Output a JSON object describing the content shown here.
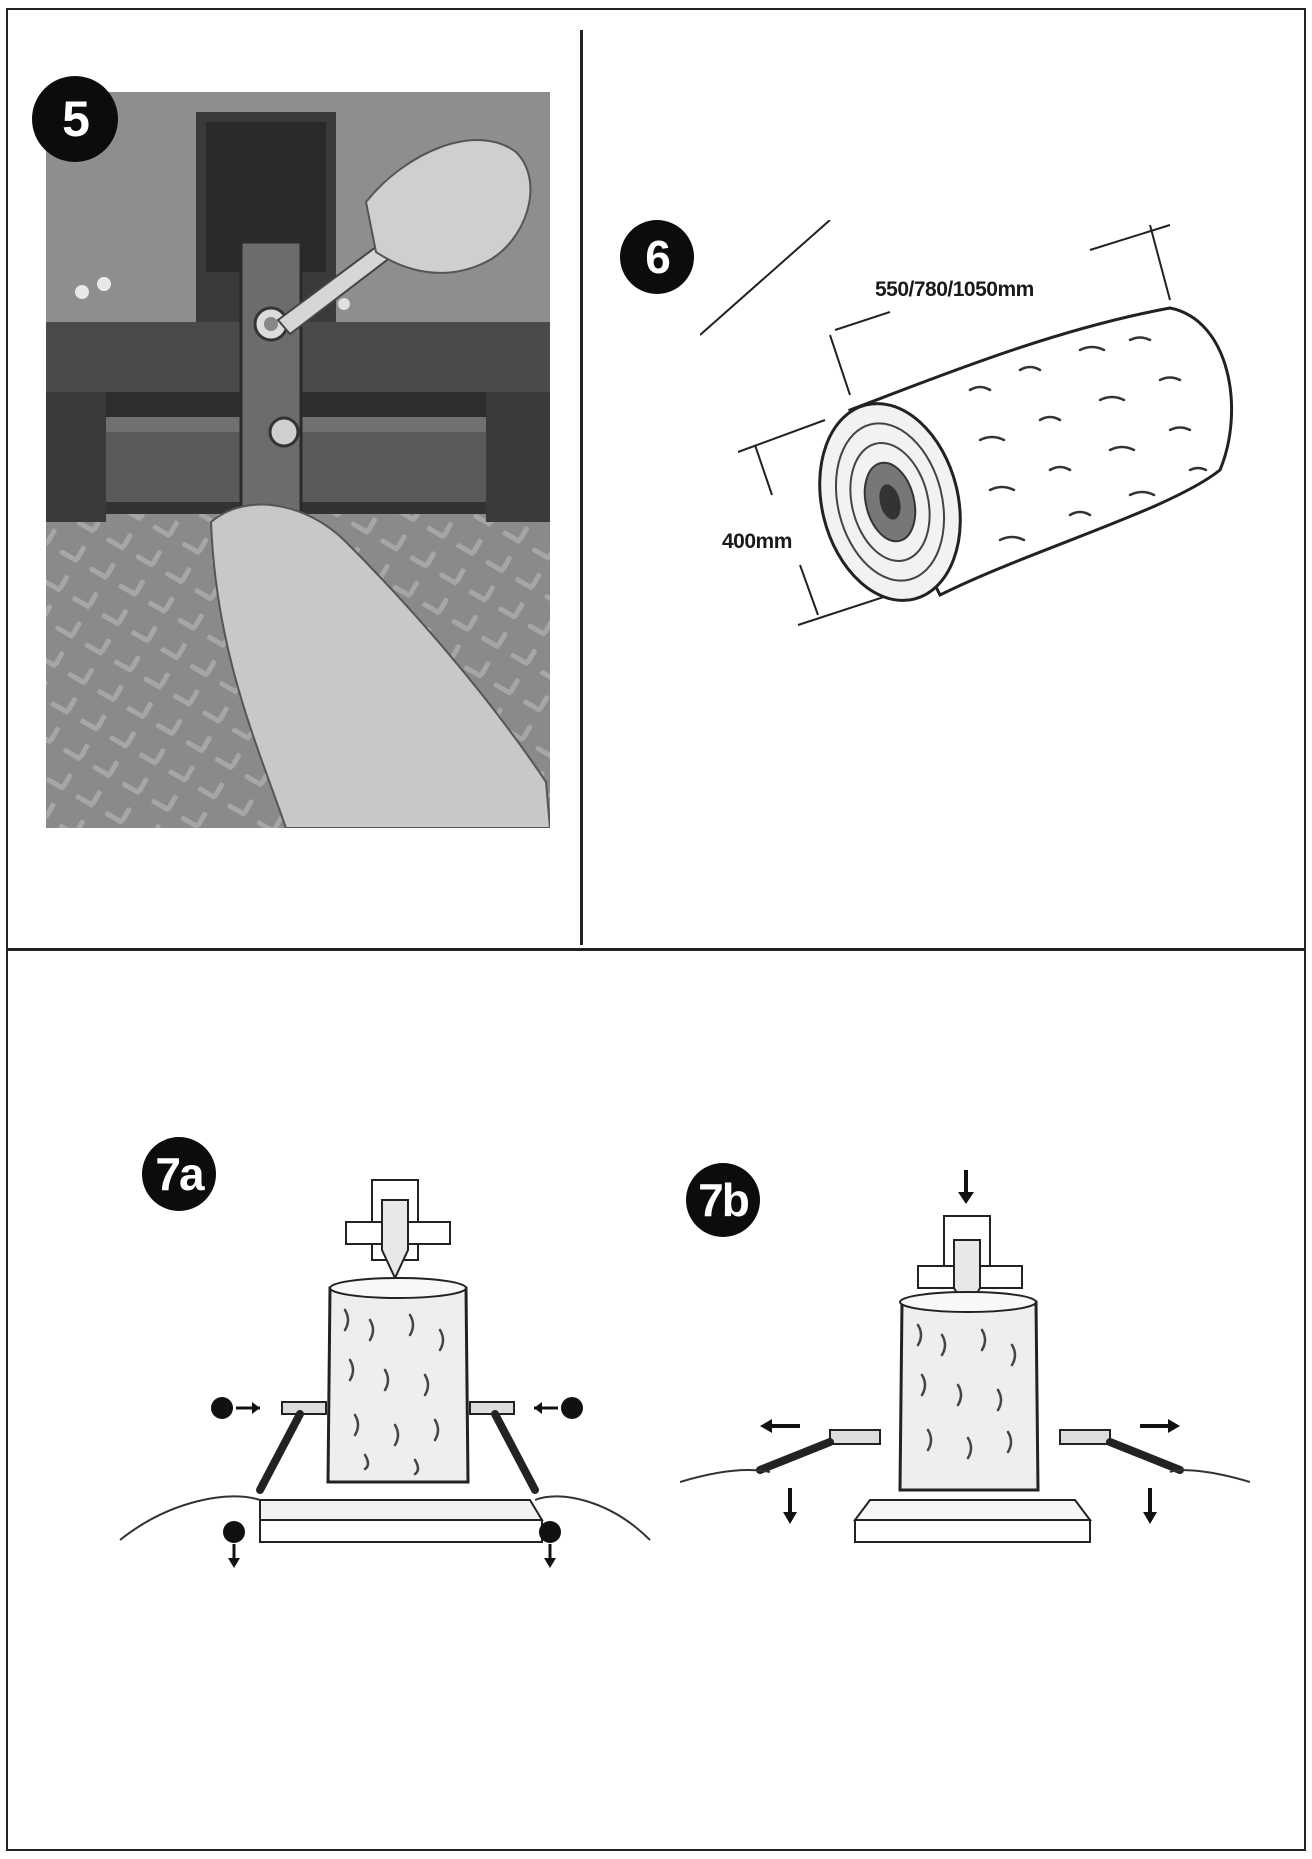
{
  "panels": {
    "p5": {
      "number": "5"
    },
    "p6": {
      "number": "6",
      "log_length_label": "550/780/1050mm",
      "log_diameter_label": "400mm"
    },
    "p7a": {
      "number": "7a"
    },
    "p7b": {
      "number": "7b"
    }
  }
}
